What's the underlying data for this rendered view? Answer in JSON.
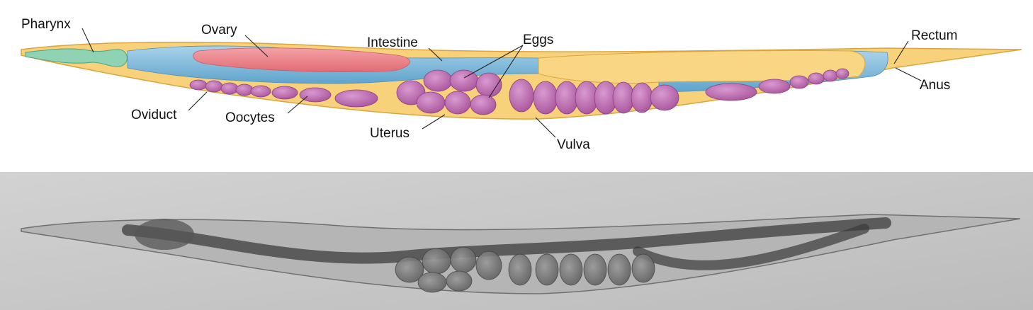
{
  "labels": {
    "pharynx": "Pharynx",
    "ovary": "Ovary",
    "intestine": "Intestine",
    "eggs": "Eggs",
    "rectum": "Rectum",
    "anus": "Anus",
    "oviduct": "Oviduct",
    "oocytes": "Oocytes",
    "uterus": "Uterus",
    "vulva": "Vulva"
  },
  "colors": {
    "body": "#f8d27a",
    "body_outline": "#d9a441",
    "intestine": "#7cb7d8",
    "ovary": "#ec7f86",
    "pharynx": "#8fd3b4",
    "eggs_oocytes": "#c16cb0",
    "photo_background": "#c9c9c9"
  }
}
